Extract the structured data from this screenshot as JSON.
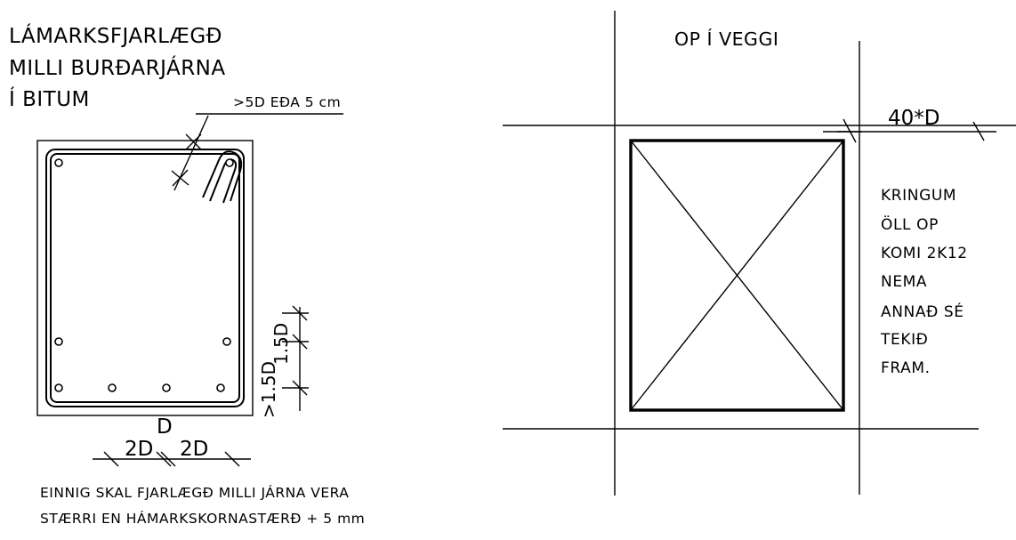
{
  "beam_detail": {
    "title_lines": [
      "LÁMARKSFJARLÆGÐ",
      "MILLI BURÐARJÁRNA",
      "Í BITUM"
    ],
    "hook_note": ">5D EÐA 5 cm",
    "cover_label": ">1.5D",
    "cover_label_2": "1.5D",
    "spacing_left": "2D",
    "spacing_right": "2D",
    "diameter_label": "D",
    "footnote_lines": [
      "EINNIG SKAL FJARLÆGÐ MILLI JÁRNA VERA",
      "STÆRRI EN HÁMARKSKORNASTÆRÐ + 5 mm"
    ]
  },
  "opening_detail": {
    "title": "OP Í VEGGI",
    "anchorage_label": "40*D",
    "note_lines": [
      "KRINGUM",
      "ÖLL OP",
      "KOMI 2K12",
      "NEMA",
      "ANNAÐ SÉ",
      "TEKIÐ",
      "FRAM."
    ]
  }
}
